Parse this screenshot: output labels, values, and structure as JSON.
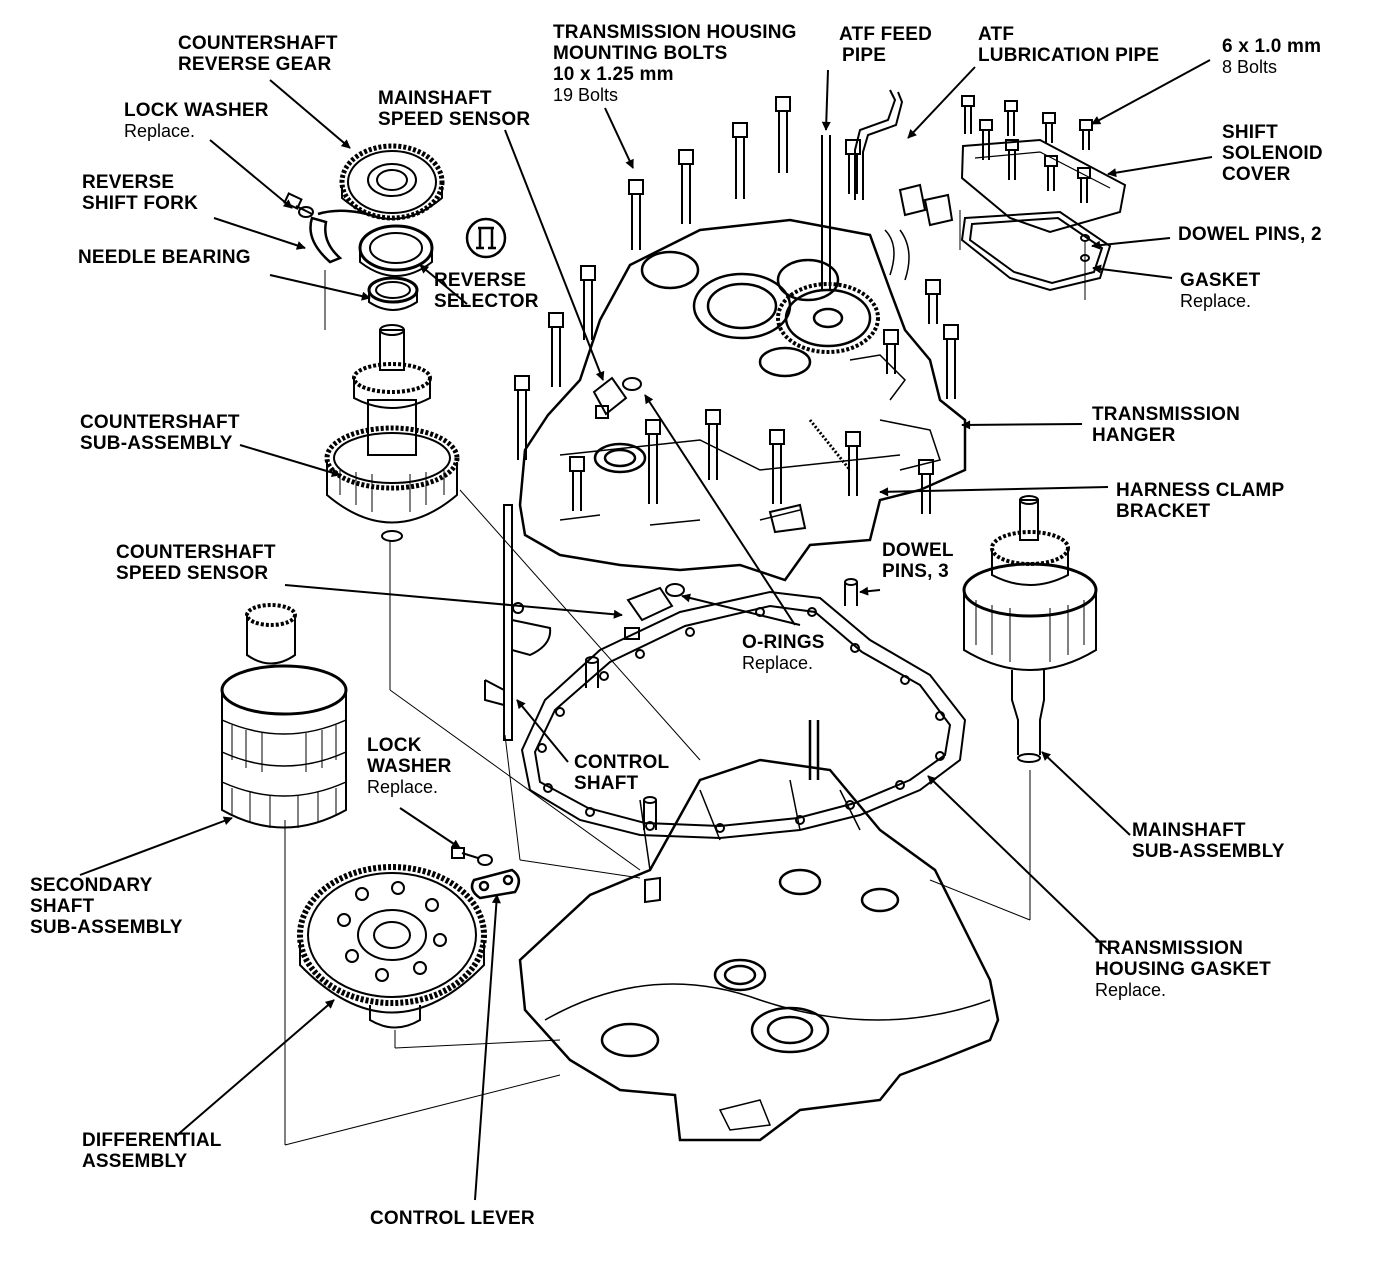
{
  "labels": {
    "countershaft_reverse_gear": {
      "l1": "COUNTERSHAFT",
      "l2": "REVERSE GEAR"
    },
    "lock_washer_top": {
      "l1": "LOCK WASHER",
      "note": "Replace."
    },
    "reverse_shift_fork": {
      "l1": "REVERSE",
      "l2": "SHIFT FORK"
    },
    "needle_bearing": {
      "l1": "NEEDLE BEARING"
    },
    "mainshaft_speed_sensor": {
      "l1": "MAINSHAFT",
      "l2": "SPEED SENSOR"
    },
    "reverse_selector": {
      "l1": "REVERSE",
      "l2": "SELECTOR"
    },
    "housing_bolts": {
      "l1": "TRANSMISSION HOUSING",
      "l2": "MOUNTING BOLTS",
      "l3": "10 x 1.25 mm",
      "note": "19 Bolts"
    },
    "atf_feed_pipe": {
      "l1": "ATF FEED",
      "l2": "PIPE"
    },
    "atf_lubrication_pipe": {
      "l1": "ATF",
      "l2": "LUBRICATION PIPE"
    },
    "bolts_6x1": {
      "l1": "6 x 1.0 mm",
      "note": "8 Bolts"
    },
    "shift_solenoid_cover": {
      "l1": "SHIFT",
      "l2": "SOLENOID",
      "l3": "COVER"
    },
    "dowel_pins_2": {
      "l1": "DOWEL PINS, 2"
    },
    "gasket": {
      "l1": "GASKET",
      "note": "Replace."
    },
    "countershaft_sub_assembly": {
      "l1": "COUNTERSHAFT",
      "l2": "SUB-ASSEMBLY"
    },
    "transmission_hanger": {
      "l1": "TRANSMISSION",
      "l2": "HANGER"
    },
    "harness_clamp_bracket": {
      "l1": "HARNESS CLAMP",
      "l2": "BRACKET"
    },
    "countershaft_speed_sensor": {
      "l1": "COUNTERSHAFT",
      "l2": "SPEED SENSOR"
    },
    "dowel_pins_3": {
      "l1": "DOWEL",
      "l2": "PINS, 3"
    },
    "o_rings": {
      "l1": "O-RINGS",
      "note": "Replace."
    },
    "control_shaft": {
      "l1": "CONTROL",
      "l2": "SHAFT"
    },
    "lock_washer_bottom": {
      "l1": "LOCK",
      "l2": "WASHER",
      "note": "Replace."
    },
    "mainshaft_sub_assembly": {
      "l1": "MAINSHAFT",
      "l2": "SUB-ASSEMBLY"
    },
    "secondary_shaft_sub_assembly": {
      "l1": "SECONDARY",
      "l2": "SHAFT",
      "l3": "SUB-ASSEMBLY"
    },
    "transmission_housing_gasket": {
      "l1": "TRANSMISSION",
      "l2": "HOUSING GASKET",
      "note": "Replace."
    },
    "differential_assembly": {
      "l1": "DIFFERENTIAL",
      "l2": "ASSEMBLY"
    },
    "control_lever": {
      "l1": "CONTROL LEVER"
    }
  },
  "colors": {
    "ink": "#000000",
    "paper": "#ffffff"
  }
}
